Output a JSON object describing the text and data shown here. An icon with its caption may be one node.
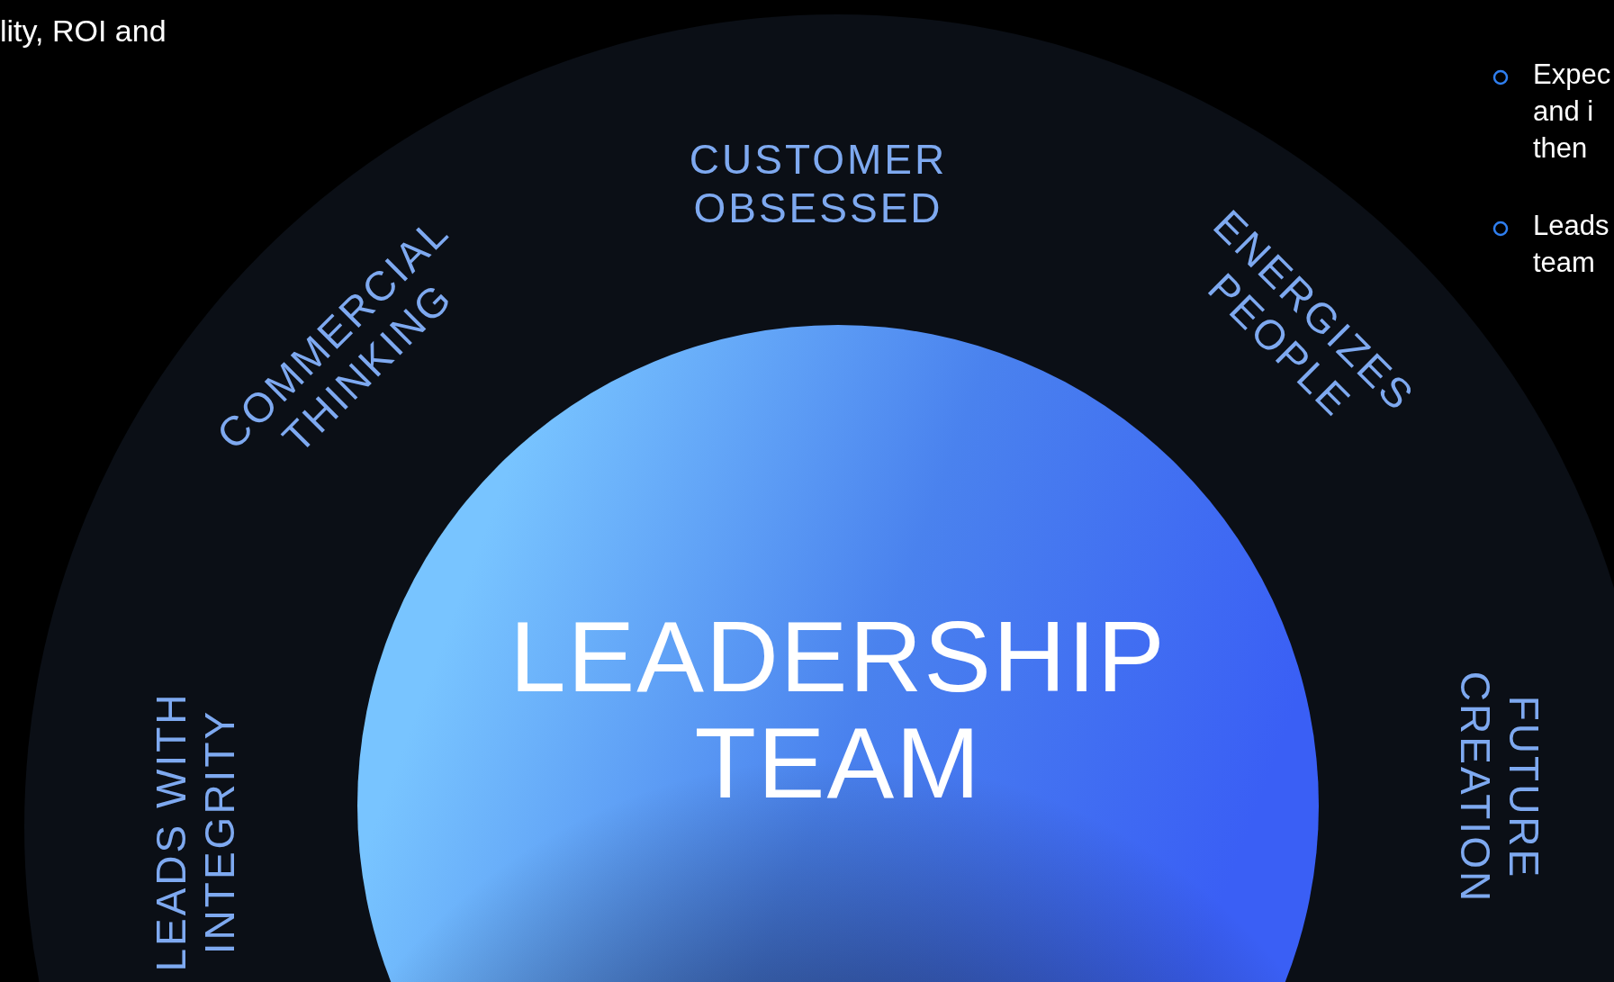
{
  "diagram": {
    "nodes": [
      {
        "text": [
          "CUSTOMER OBSESSED",
          "COMMERCIAL THINKING",
          "ENERGIZES PEOPLE",
          "LEADS WITH INTEGRITY",
          "FUTURE CREATION"
        ]
      },
      {
        "text": [
          "LEADERSHIP TEAM"
        ],
        "in": 0
      }
    ],
    "labels": [
      "lity, ROI and",
      "Expec and i then",
      "Leads team"
    ]
  }
}
